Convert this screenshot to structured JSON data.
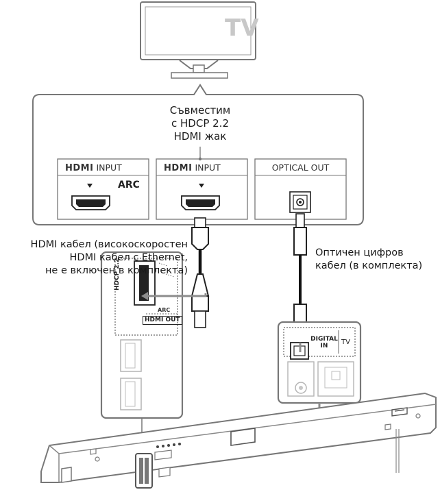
{
  "tv": {
    "label": "TV"
  },
  "tv_panel": {
    "hdcp_note": [
      "Съвместим",
      "с HDCP 2.2",
      "HDMI жак"
    ],
    "ports": [
      {
        "logo": "HDMI",
        "label": "INPUT",
        "sub": "ARC"
      },
      {
        "logo": "HDMI",
        "label": "INPUT"
      },
      {
        "label": "OPTICAL OUT"
      }
    ]
  },
  "cables": {
    "hdmi_caption": [
      "HDMI кабел (високоскоростен",
      "HDMI кабел с Ethernet,",
      "не е включен в комплекта)"
    ],
    "optical_caption": [
      "Оптичен цифров",
      "кабел (в комплекта)"
    ]
  },
  "soundbar_hdmi": {
    "side_label": "HDCP 2.2",
    "arc": "ARC",
    "out": "HDMI OUT"
  },
  "soundbar_optical": {
    "label_line1": "DIGITAL",
    "label_line2": "IN",
    "tv": "TV"
  },
  "colors": {
    "stroke": "#6b6b6b",
    "arrow": "#8c8c8c",
    "cable": "#1a1a1a"
  }
}
